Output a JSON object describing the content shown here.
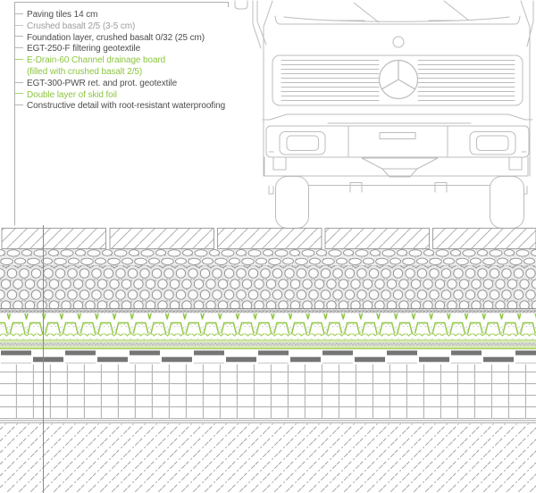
{
  "title": "Constructive detail cross-section with legend and truck",
  "colors": {
    "accent_green": "#8cc63f",
    "light_green_fill": "#e9f2d6",
    "text_dark": "#4d4d4d",
    "text_muted": "#9d9d9d",
    "line_gray": "#bcbcbc",
    "pattern_gray": "#8f8f8f",
    "waterproofing_dark": "#757578"
  },
  "legend": {
    "items": [
      {
        "label": "Paving tiles 14 cm",
        "style": "dark",
        "tick": true
      },
      {
        "label": "Crushed basalt 2/5 (3-5 cm)",
        "style": "muted",
        "tick": true
      },
      {
        "label": "Foundation layer, crushed basalt 0/32 (25 cm)",
        "style": "dark",
        "tick": true
      },
      {
        "label": "EGT-250-F filtering geotextile",
        "style": "dark",
        "tick": true
      },
      {
        "label": "E-Drain-60 Channel drainage board",
        "style": "green",
        "tick": true
      },
      {
        "label": "(filled with crushed basalt 2/5)",
        "style": "green",
        "tick": false
      },
      {
        "label": "EGT-300-PWR ret. and prot. geotextile",
        "style": "dark",
        "tick": true
      },
      {
        "label": "Double layer of skid foil",
        "style": "green",
        "tick": true
      },
      {
        "label": "Constructive detail with root-resistant waterproofing",
        "style": "dark",
        "tick": true
      }
    ]
  },
  "truck": {
    "emblem": "mercedes-star"
  }
}
